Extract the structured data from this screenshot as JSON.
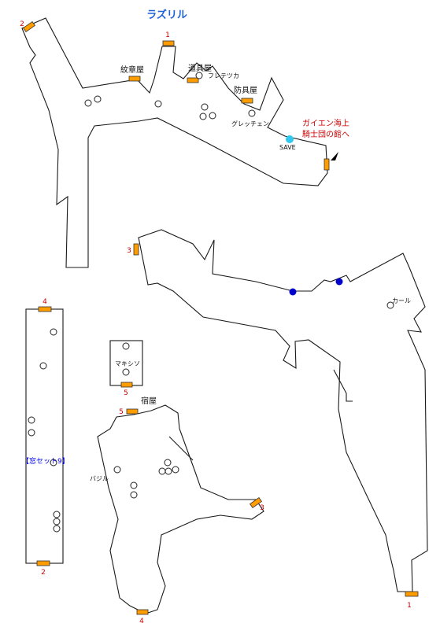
{
  "title": "ラズリル",
  "colors": {
    "outline": "#1a1a1a",
    "door": "#ff9c00",
    "door_number": "#cc0000",
    "title": "#1d63d6",
    "save": "#30c8f0",
    "npc": "#ffffff",
    "treasure": "#0000cc",
    "note": "#cc0000",
    "party_set": "#0000ee"
  },
  "doors": {
    "town_2": "2",
    "town_1": "1",
    "right_3": "3",
    "right_1": "1",
    "long_4": "4",
    "long_2": "2",
    "small_5": "5",
    "inn_5": "5",
    "inn_3": "3",
    "inn_4": "4"
  },
  "labels": {
    "weapon_shop": "紋章屋",
    "item_shop": "道具屋",
    "fuletsuka": "フレテツカ",
    "armor_shop": "防具屋",
    "gureccheen": "グレッチェン",
    "save": "SAVE",
    "note_line1": "ガイエン海上",
    "note_line2": "騎士団の館へ",
    "karl": "カール",
    "makishi": "マキシソ",
    "inn": "宿屋",
    "basil": "バジル",
    "party_set": "【窓セット9】"
  }
}
